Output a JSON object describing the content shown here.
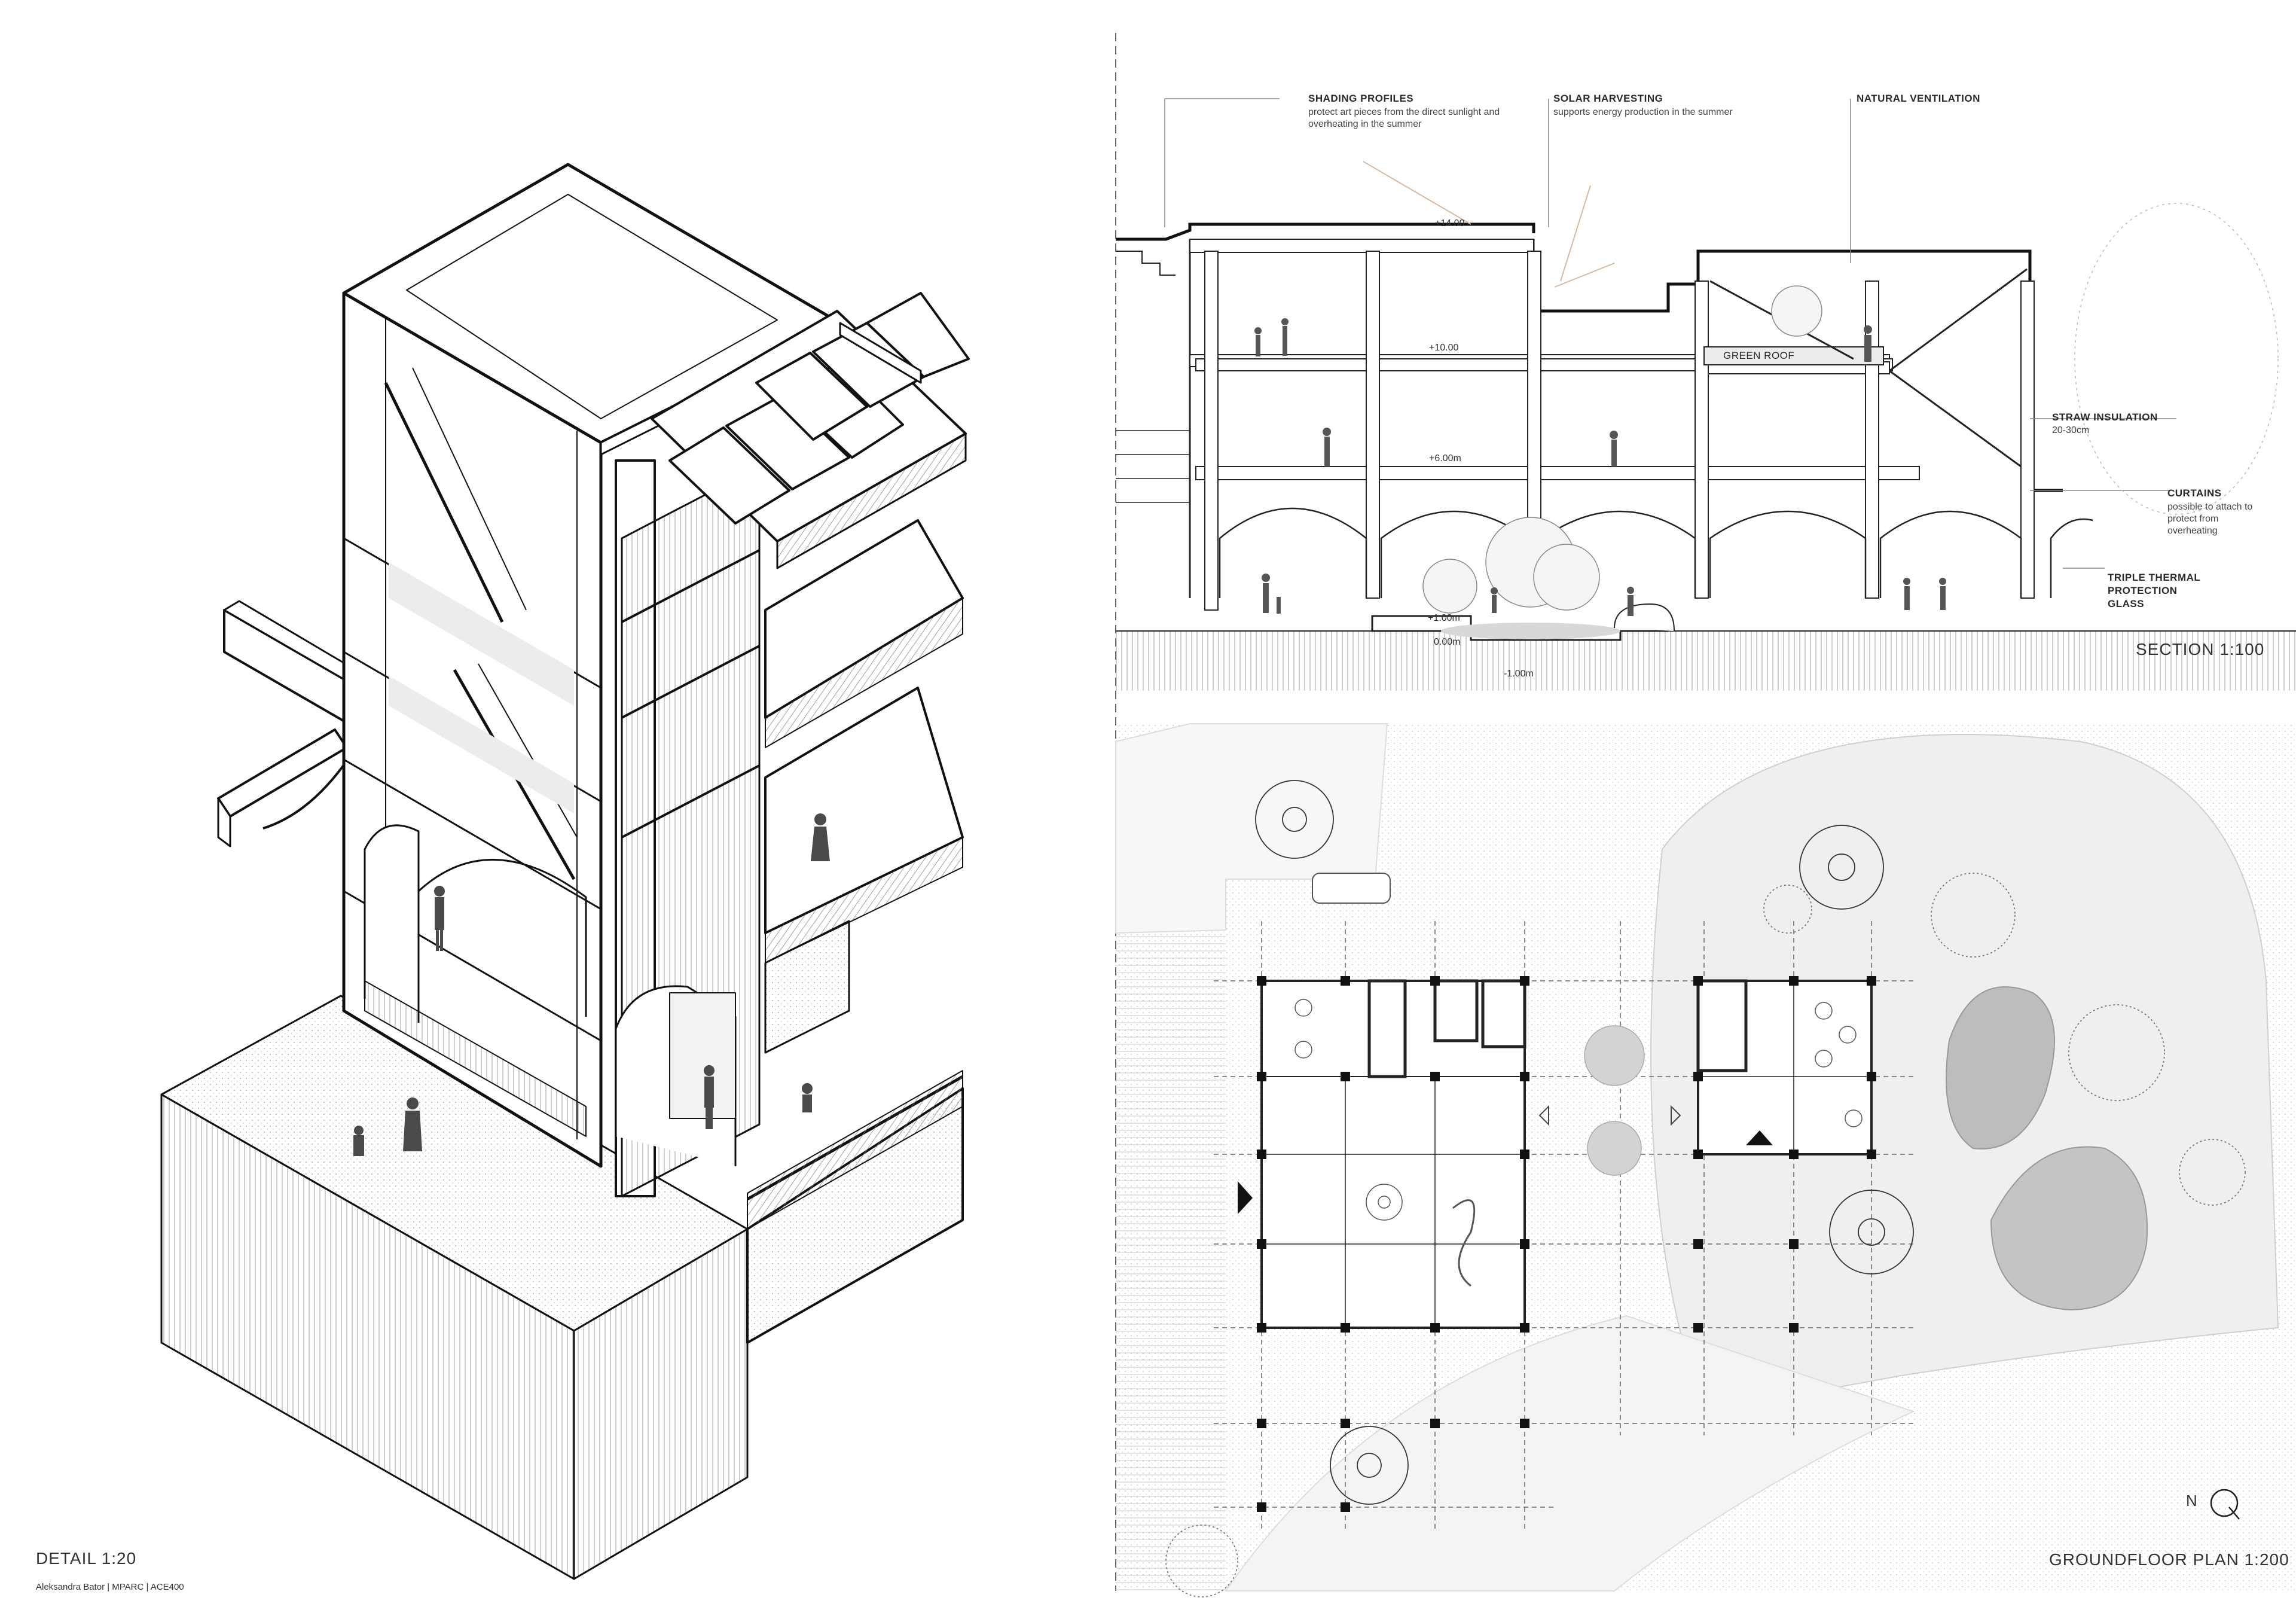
{
  "left_panel": {
    "title": "DETAIL 1:20",
    "credit": "Aleksandra Bator | MPARC | ACE400"
  },
  "section": {
    "title": "SECTION 1:100",
    "annotations": [
      {
        "title": "SHADING PROFILES",
        "desc": "protect art pieces from the direct sunlight and overheating in the summer"
      },
      {
        "title": "SOLAR HARVESTING",
        "desc": "supports energy production in the summer"
      },
      {
        "title": "NATURAL VENTILATION",
        "desc": ""
      },
      {
        "title": "GREEN ROOF",
        "desc": ""
      },
      {
        "title": "STRAW INSULATION",
        "desc": "20-30cm"
      },
      {
        "title": "CURTAINS",
        "desc": "possible to attach to protect from overheating"
      },
      {
        "title": "TRIPLE THERMAL PROTECTION GLASS",
        "desc": ""
      }
    ],
    "levels": [
      "+14.00",
      "+10.00",
      "+6.00m",
      "+1.00m",
      "0.00m",
      "-1.00m"
    ]
  },
  "plan": {
    "title": "GROUNDFLOOR PLAN 1:200",
    "north_label": "N"
  },
  "colors": {
    "line": "#222222",
    "fill_light": "#ececec",
    "fill_mid": "#bdbdbd",
    "accent_arrow": "#d9b8a0"
  }
}
